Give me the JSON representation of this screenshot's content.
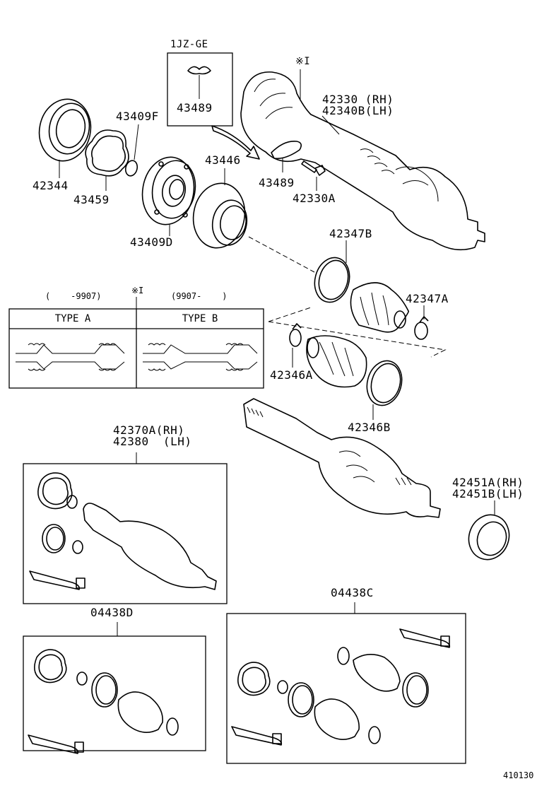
{
  "engine_group": {
    "label": "1JZ-GE",
    "part": "43489"
  },
  "mark_note": "※I",
  "parts": {
    "shaft_rh": "42330 (RH)",
    "shaft_lh": "42340B(LH)",
    "p43409F": "43409F",
    "p42344": "42344",
    "p43459": "43459",
    "p43446": "43446",
    "p43489": "43489",
    "p42330A": "42330A",
    "p43409D": "43409D",
    "p42347B": "42347B",
    "p42347A": "42347A",
    "p42346A": "42346A",
    "p42346B": "42346B",
    "inboard_rh": "42370A(RH)",
    "inboard_lh": "42380  (LH)",
    "seal_rh": "42451A(RH)",
    "seal_lh": "42451B(LH)",
    "kit_d": "04438D",
    "kit_c": "04438C"
  },
  "type_table": {
    "mark": "※I",
    "period_a": "(    -9907)",
    "period_b": "(9907-    )",
    "type_a": "TYPE A",
    "type_b": "TYPE B"
  },
  "diagram_id": "410130"
}
